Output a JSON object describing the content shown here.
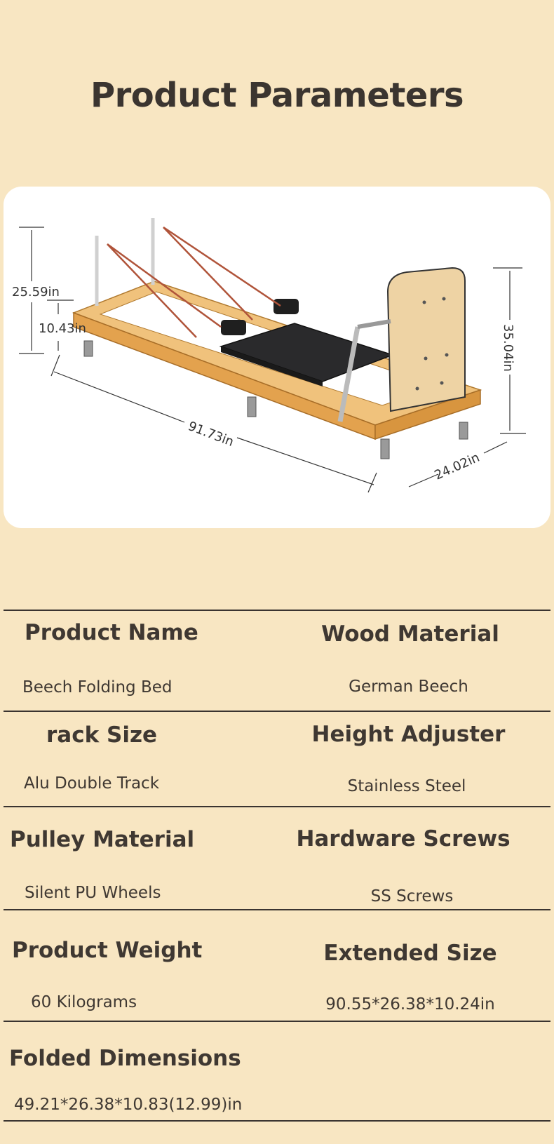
{
  "page": {
    "title": "Product Parameters"
  },
  "figure": {
    "dimensions": {
      "height_frame": "25.59in",
      "height_bed": "10.43in",
      "length": "91.73in",
      "width": "24.02in",
      "height_box": "35.04in"
    }
  },
  "parameters": [
    {
      "label": "Product Name",
      "value": "Beech Folding Bed"
    },
    {
      "label": "Wood Material",
      "value": "German Beech"
    },
    {
      "label": "rack Size",
      "value": "Alu Double Track"
    },
    {
      "label": "Height Adjuster",
      "value": "Stainless Steel"
    },
    {
      "label": "Pulley Material",
      "value": "Silent PU Wheels"
    },
    {
      "label": "Hardware Screws",
      "value": "SS Screws"
    },
    {
      "label": "Product Weight",
      "value": "60 Kilograms"
    },
    {
      "label": "Extended Size",
      "value": "90.55*26.38*10.24in"
    },
    {
      "label": "Folded Dimensions",
      "value": "49.21*26.38*10.83(12.99)in"
    }
  ],
  "colors": {
    "background": "#f8e6c2",
    "text": "#3b3530",
    "wood": "#e8b060",
    "cushion": "#2a2a2c",
    "rope": "#b0543a"
  }
}
